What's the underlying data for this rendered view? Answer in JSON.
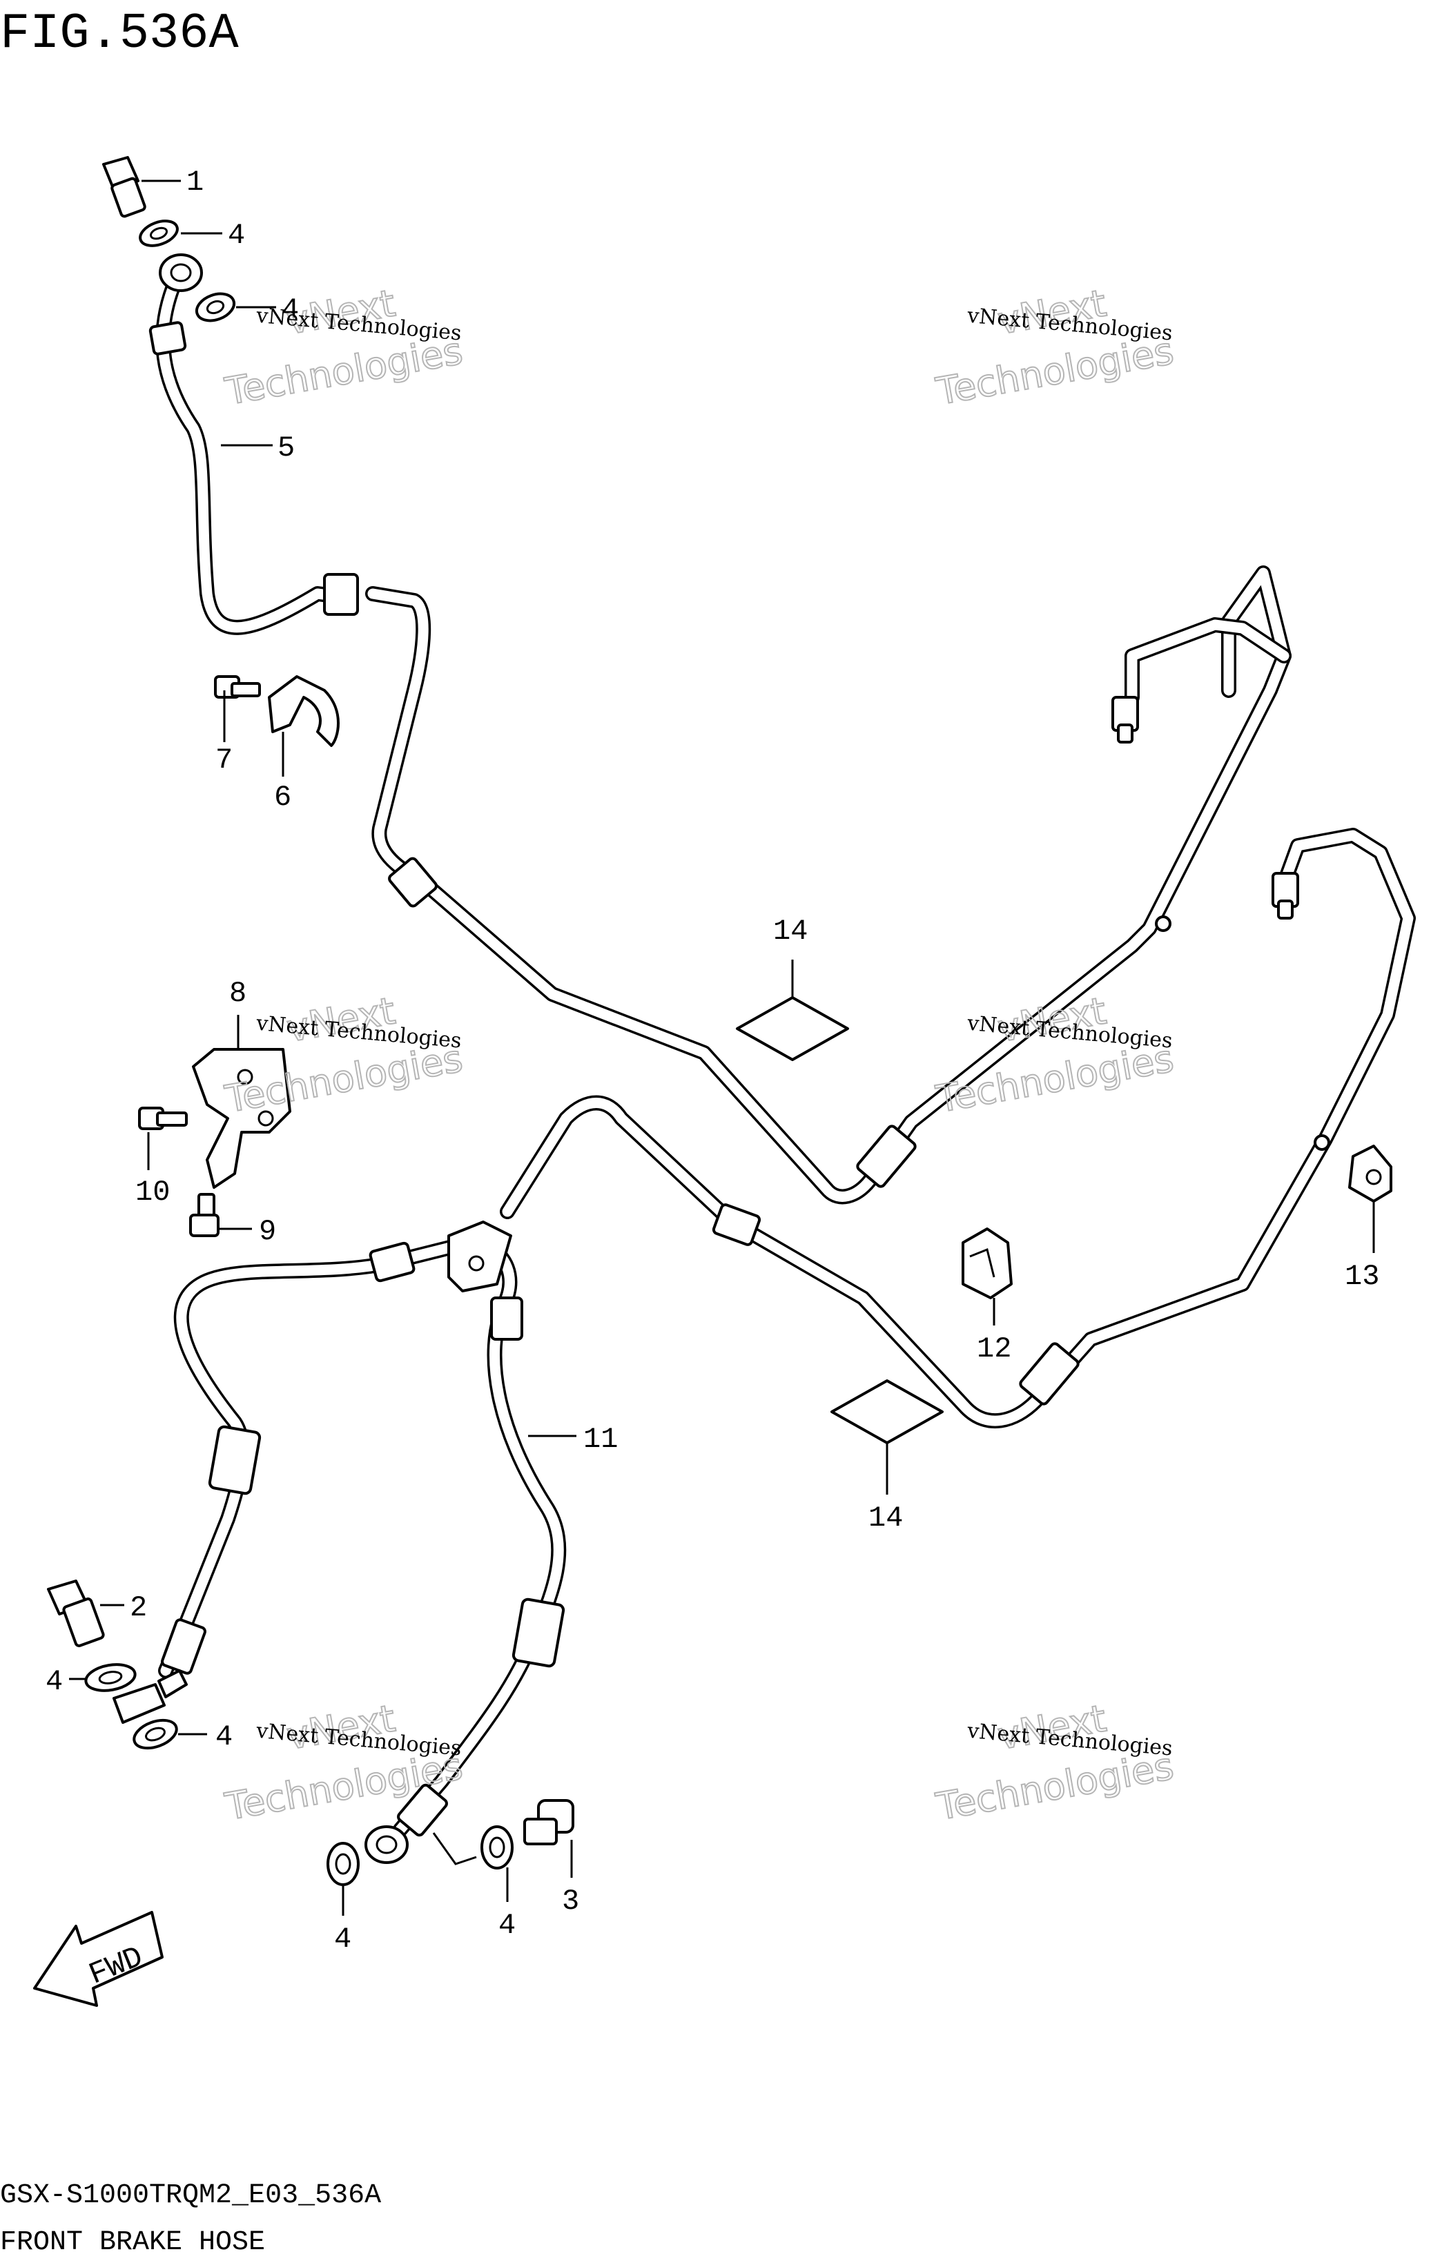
{
  "figure_title": "FIG.536A",
  "footer": {
    "model_code": "GSX-S1000TRQM2_E03_536A",
    "section_name": "FRONT BRAKE HOSE"
  },
  "fwd_label": "FWD",
  "watermark": {
    "line1": "vNext",
    "line2": "Technologies",
    "caption": "vNext Technologies"
  },
  "callouts": {
    "c1": "1",
    "c2": "2",
    "c3": "3",
    "c4a": "4",
    "c4b": "4",
    "c4c": "4",
    "c4d": "4",
    "c4e": "4",
    "c4f": "4",
    "c5": "5",
    "c6": "6",
    "c7": "7",
    "c8": "8",
    "c9": "9",
    "c10": "10",
    "c11": "11",
    "c12": "12",
    "c13": "13",
    "c14a": "14",
    "c14b": "14"
  }
}
